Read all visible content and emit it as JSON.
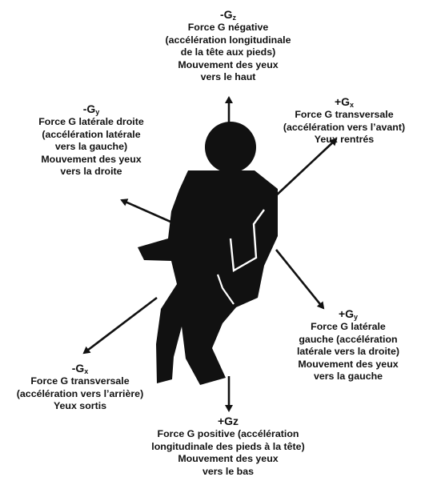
{
  "colors": {
    "figure": "#111111",
    "arrows": "#111111",
    "background": "#ffffff"
  },
  "labels": {
    "neg_gz": {
      "sign": "-",
      "letter": "G",
      "axis": "z",
      "lines": [
        "Force G négative",
        "(accélération longitudinale",
        "de la tête aux pieds)",
        "Mouvement des yeux",
        "vers le haut"
      ]
    },
    "neg_gy": {
      "sign": "-",
      "letter": "G",
      "axis": "y",
      "lines": [
        "Force G latérale droite",
        "(accélération latérale",
        "vers la gauche)",
        "Mouvement des yeux",
        "vers la droite"
      ]
    },
    "pos_gx": {
      "sign": "+",
      "letter": "G",
      "axis": "x",
      "lines": [
        "Force G transversale",
        "(accélération vers l’avant)",
        "Yeux rentrés"
      ]
    },
    "pos_gy": {
      "sign": "+",
      "letter": "G",
      "axis": "y",
      "lines": [
        "Force G latérale",
        "gauche (accélération",
        "latérale vers la droite)",
        "Mouvement des yeux",
        "vers la gauche"
      ]
    },
    "neg_gx": {
      "sign": "-",
      "letter": "G",
      "axis": "x",
      "lines": [
        "Force G transversale",
        "(accélération vers l’arrière)",
        "Yeux sortis"
      ]
    },
    "pos_gz": {
      "heading": "+Gz",
      "lines": [
        "Force G positive (accélération",
        "longitudinale des pieds à la tête)",
        "Mouvement des yeux",
        "vers le bas"
      ]
    }
  }
}
